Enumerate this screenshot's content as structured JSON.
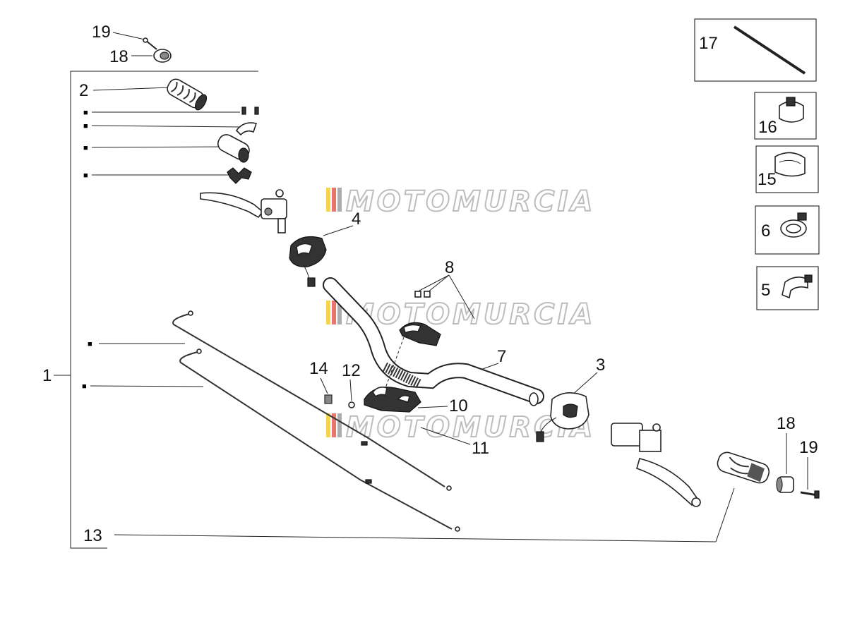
{
  "watermark": {
    "text": "MOTOMURCIA",
    "colors": [
      "#f2c300",
      "#e03a2f",
      "#8a8a8a"
    ]
  },
  "labels": {
    "l1": "1",
    "l2": "2",
    "l3": "3",
    "l4": "4",
    "l5": "5",
    "l6": "6",
    "l7": "7",
    "l8": "8",
    "l10": "10",
    "l11": "11",
    "l12": "12",
    "l13": "13",
    "l14": "14",
    "l15": "15",
    "l16": "16",
    "l17": "17",
    "l18a": "18",
    "l18b": "18",
    "l19a": "19",
    "l19b": "19"
  },
  "legend_markers": {
    "square": "■"
  }
}
